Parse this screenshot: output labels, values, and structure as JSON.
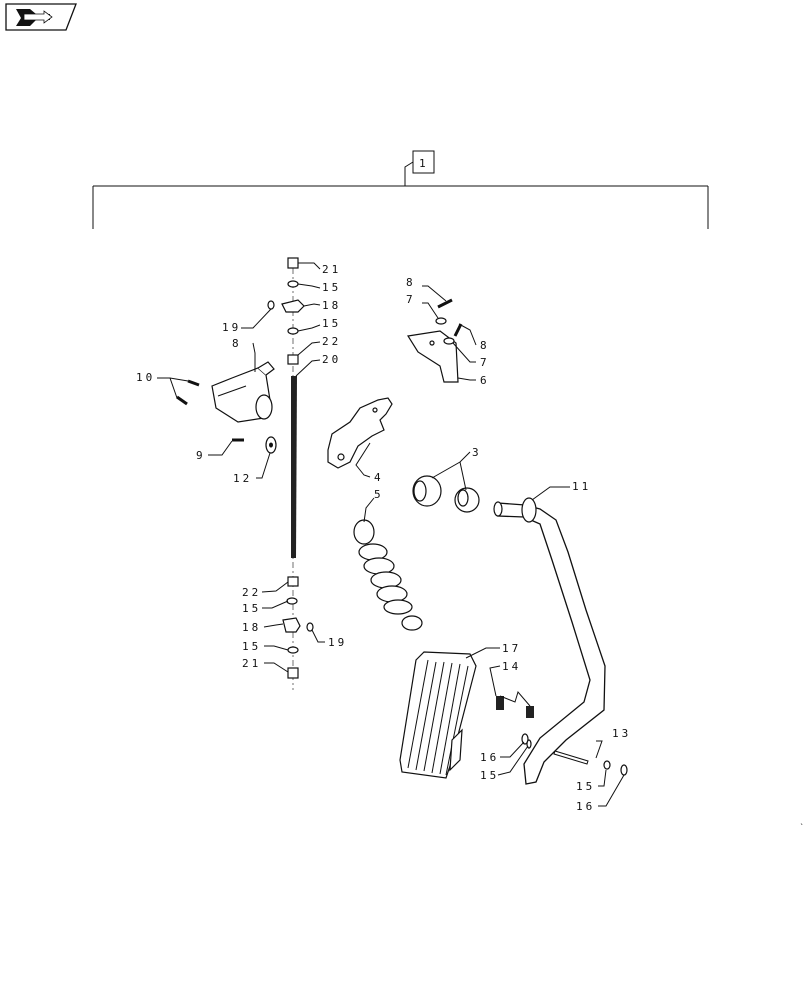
{
  "badge": {
    "icon": "book-arrow-icon"
  },
  "assembly_number": "1",
  "callouts": [
    "21",
    "15",
    "18",
    "19",
    "15",
    "22",
    "20",
    "8",
    "10",
    "9",
    "12",
    "22",
    "15",
    "18",
    "15",
    "21",
    "19",
    "8",
    "7",
    "8",
    "7",
    "6",
    "4",
    "5",
    "3",
    "11",
    "17",
    "14",
    "16",
    "15",
    "13",
    "15",
    "16"
  ]
}
